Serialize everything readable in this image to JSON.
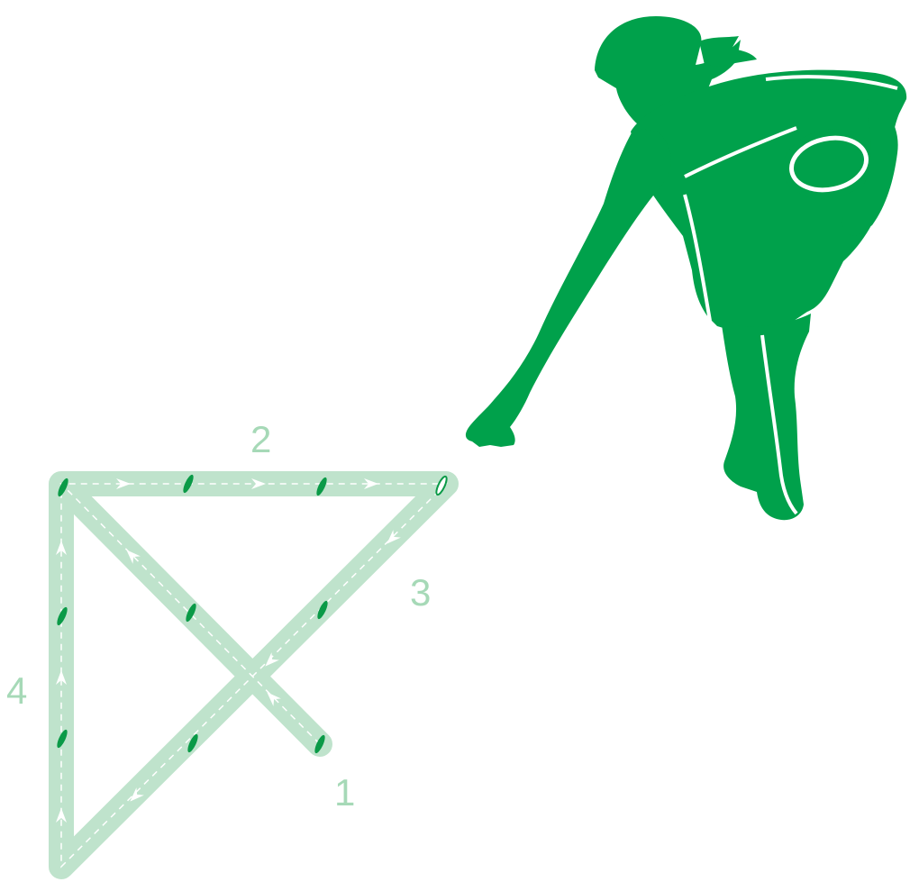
{
  "colors": {
    "path": "#bfe3cc",
    "guide": "#ffffff",
    "seed": "#0a9a47",
    "figure": "#00a14b",
    "label": "#a6d9b7",
    "background": "#ffffff"
  },
  "segments": [
    {
      "label": "1"
    },
    {
      "label": "2"
    },
    {
      "label": "3"
    },
    {
      "label": "4"
    }
  ],
  "figure": {
    "icon": "person-sowing-seeds-icon"
  }
}
